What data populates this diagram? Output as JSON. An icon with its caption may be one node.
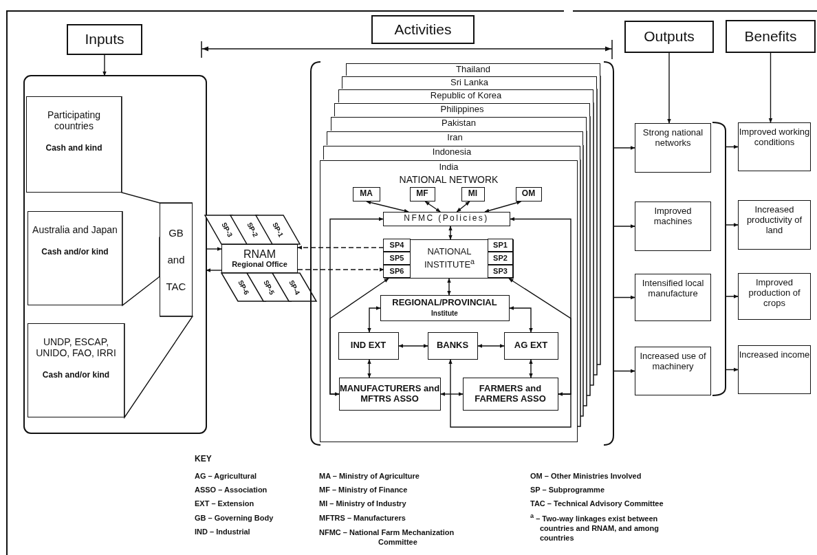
{
  "diagram": {
    "nodes": [
      {
        "text": [
          "Inputs"
        ]
      },
      {
        "text": [
          "Activities"
        ]
      },
      {
        "text": [
          "Outputs"
        ]
      },
      {
        "text": [
          "Benefits"
        ]
      },
      {
        "text": [],
        "shape": "box"
      },
      {
        "text": [
          "Participating countries",
          "Cash and kind"
        ],
        "in": 4
      },
      {
        "text": [
          "Australia and Japan",
          "Cash and/or kind"
        ],
        "in": 4
      },
      {
        "text": [
          "UNDP, ESCAP, UNIDO, FAO, IRRI",
          "Cash and/or kind"
        ],
        "in": 4
      },
      {
        "text": [
          "GB and TAC"
        ],
        "in": 4
      },
      {
        "text": [
          "RNAM",
          "Regional Office"
        ]
      },
      {
        "text": [
          "SP-3"
        ]
      },
      {
        "text": [
          "SP-2"
        ]
      },
      {
        "text": [
          "SP-1"
        ]
      },
      {
        "text": [
          "SP-6"
        ]
      },
      {
        "text": [
          "SP-5"
        ]
      },
      {
        "text": [
          "SP-4"
        ]
      },
      {
        "text": [],
        "shape": "box"
      },
      {
        "text": [
          "Thailand"
        ],
        "in": 16
      },
      {
        "text": [
          "Sri Lanka"
        ],
        "in": 16
      },
      {
        "text": [
          "Republic of Korea"
        ],
        "in": 16
      },
      {
        "text": [
          "Philippines"
        ],
        "in": 16
      },
      {
        "text": [
          "Pakistan"
        ],
        "in": 16
      },
      {
        "text": [
          "Iran"
        ],
        "in": 16
      },
      {
        "text": [
          "Indonesia"
        ],
        "in": 16
      },
      {
        "text": [
          "India",
          "NATIONAL NETWORK"
        ],
        "in": 16
      },
      {
        "text": [
          "MA"
        ],
        "in": 24
      },
      {
        "text": [
          "MF"
        ],
        "in": 24
      },
      {
        "text": [
          "MI"
        ],
        "in": 24
      },
      {
        "text": [
          "OM"
        ],
        "in": 24
      },
      {
        "text": [
          "NFMC (Policies)"
        ],
        "in": 24
      },
      {
        "text": [
          "NATIONAL INSTITUTE$^{a}$"
        ],
        "in": 24
      },
      {
        "text": [
          "SP4"
        ],
        "in": 30
      },
      {
        "text": [
          "SP5"
        ],
        "in": 30
      },
      {
        "text": [
          "SP6"
        ],
        "in": 30
      },
      {
        "text": [
          "SP1"
        ],
        "in": 30
      },
      {
        "text": [
          "SP2"
        ],
        "in": 30
      },
      {
        "text": [
          "SP3"
        ],
        "in": 30
      },
      {
        "text": [
          "REGIONAL/PROVINCIAL",
          "Institute"
        ],
        "in": 24
      },
      {
        "text": [
          "IND EXT"
        ],
        "in": 24
      },
      {
        "text": [
          "BANKS"
        ],
        "in": 24
      },
      {
        "text": [
          "AG EXT"
        ],
        "in": 24
      },
      {
        "text": [
          "MANUFACTURERS and MFTRS ASSO"
        ],
        "in": 24
      },
      {
        "text": [
          "FARMERS and FARMERS ASSO"
        ],
        "in": 24
      },
      {
        "text": [
          "Strong national networks"
        ]
      },
      {
        "text": [
          "Improved machines"
        ]
      },
      {
        "text": [
          "Intensified local manufacture"
        ]
      },
      {
        "text": [
          "Increased use of machinery"
        ]
      },
      {
        "text": [],
        "shape": "bracket"
      },
      {
        "text": [
          "Improved working conditions"
        ]
      },
      {
        "text": [
          "Increased productivity of land"
        ]
      },
      {
        "text": [
          "Improved production of crops"
        ]
      },
      {
        "text": [
          "Increased income"
        ]
      }
    ],
    "edges": [
      {
        "from": 0,
        "to": 4,
        "arrow": "to"
      },
      {
        "from": 5,
        "to": 8,
        "arrow": "none"
      },
      {
        "from": 6,
        "to": 8,
        "arrow": "none"
      },
      {
        "from": 7,
        "to": 8,
        "arrow": "none"
      },
      {
        "from": 4,
        "to": 9,
        "arrow": "to"
      },
      {
        "from": 9,
        "to": 4,
        "arrow": "to"
      },
      {
        "from": 31,
        "to": 9,
        "arrow": "to",
        "style": "dashed"
      },
      {
        "from": 9,
        "to": 33,
        "arrow": "to",
        "style": "dashed"
      },
      {
        "from": 25,
        "to": 29,
        "arrow": "both"
      },
      {
        "from": 26,
        "to": 29,
        "arrow": "both"
      },
      {
        "from": 27,
        "to": 29,
        "arrow": "both"
      },
      {
        "from": 28,
        "to": 29,
        "arrow": "both"
      },
      {
        "from": 29,
        "to": 30,
        "arrow": "both"
      },
      {
        "from": 29,
        "to": 41,
        "arrow": "both"
      },
      {
        "from": 29,
        "to": 42,
        "arrow": "both"
      },
      {
        "from": 41,
        "to": 30,
        "arrow": "to"
      },
      {
        "from": 42,
        "to": 30,
        "arrow": "to"
      },
      {
        "from": 30,
        "to": 37,
        "arrow": "both"
      },
      {
        "from": 37,
        "to": 38,
        "arrow": "both"
      },
      {
        "from": 37,
        "to": 40,
        "arrow": "both"
      },
      {
        "from": 38,
        "to": 39,
        "arrow": "both"
      },
      {
        "from": 39,
        "to": 40,
        "arrow": "both"
      },
      {
        "from": 38,
        "to": 41,
        "arrow": "both"
      },
      {
        "from": 40,
        "to": 42,
        "arrow": "both"
      },
      {
        "from": 41,
        "to": 42,
        "arrow": "both"
      },
      {
        "from": 42,
        "to": 39,
        "arrow": "to"
      },
      {
        "from": 16,
        "to": 43,
        "arrow": "to"
      },
      {
        "from": 16,
        "to": 44,
        "arrow": "to"
      },
      {
        "from": 16,
        "to": 45,
        "arrow": "to"
      },
      {
        "from": 16,
        "to": 46,
        "arrow": "to"
      },
      {
        "from": 2,
        "to": 43,
        "arrow": "to"
      },
      {
        "from": 3,
        "to": 48,
        "arrow": "to"
      },
      {
        "from": 47,
        "to": 48,
        "arrow": "to"
      },
      {
        "from": 47,
        "to": 49,
        "arrow": "to"
      },
      {
        "from": 47,
        "to": 50,
        "arrow": "to"
      },
      {
        "from": 47,
        "to": 51,
        "arrow": "to"
      }
    ],
    "labels": [
      "KEY",
      "AG – Agricultural",
      "ASSO – Association",
      "EXT – Extension",
      "GB – Governing Body",
      "IND – Industrial",
      "MA – Ministry of Agriculture",
      "MF – Ministry of Finance",
      "MI – Ministry of Industry",
      "MFTRS – Manufacturers",
      "NFMC – National Farm Mechanization Committee",
      "OM – Other Ministries Involved",
      "SP – Subprogramme",
      "TAC – Technical Advisory Committee",
      "$^{a}$ – Two-way linkages exist between countries and RNAM, and among countries"
    ]
  }
}
